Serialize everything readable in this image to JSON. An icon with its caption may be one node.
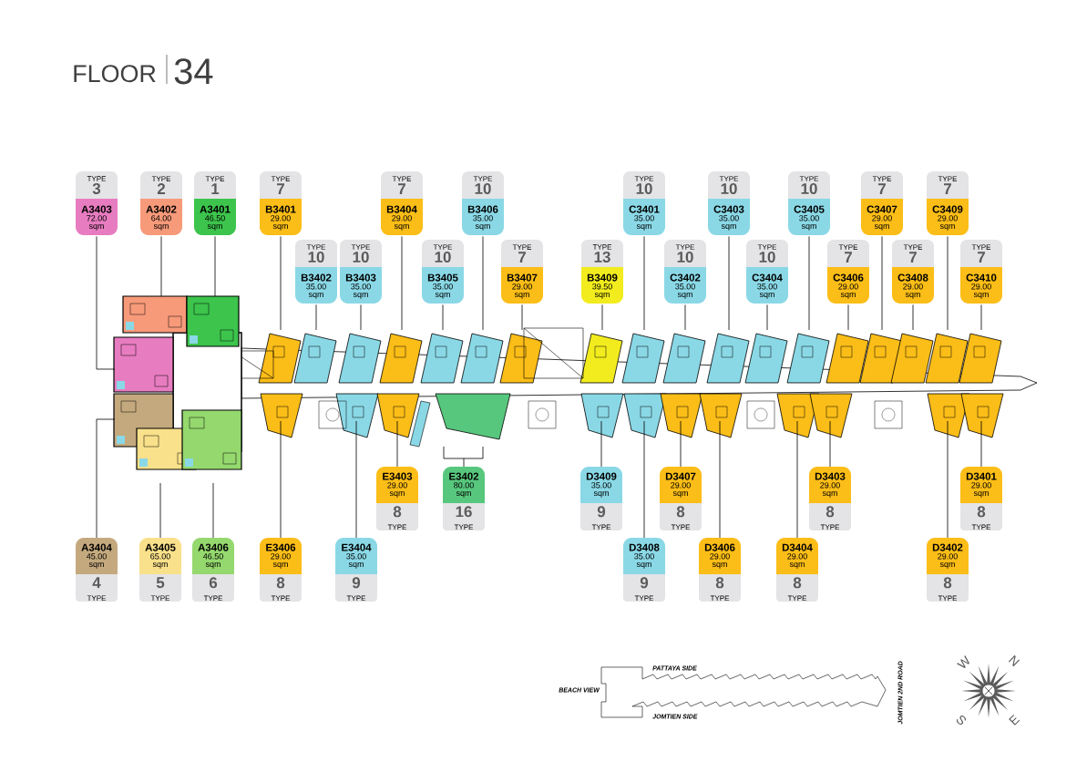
{
  "diagram": {
    "title": "FLOOR",
    "nodes": [
      {
        "text": [
          "TYPE",
          "3",
          "A3403",
          "72.00 sqm"
        ]
      },
      {
        "text": [
          "TYPE",
          "2",
          "A3402",
          "64.00 sqm"
        ]
      },
      {
        "text": [
          "TYPE",
          "1",
          "A3401",
          "46.50 sqm"
        ]
      },
      {
        "text": [
          "TYPE",
          "7",
          "B3401",
          "29.00 sqm"
        ]
      },
      {
        "text": [
          "TYPE",
          "7",
          "B3404",
          "29.00 sqm"
        ]
      },
      {
        "text": [
          "TYPE",
          "10",
          "B3406",
          "35.00 sqm"
        ]
      },
      {
        "text": [
          "TYPE",
          "10",
          "C3401",
          "35.00 sqm"
        ]
      },
      {
        "text": [
          "TYPE",
          "10",
          "C3403",
          "35.00 sqm"
        ]
      },
      {
        "text": [
          "TYPE",
          "10",
          "C3405",
          "35.00 sqm"
        ]
      },
      {
        "text": [
          "TYPE",
          "7",
          "C3407",
          "29.00 sqm"
        ]
      },
      {
        "text": [
          "TYPE",
          "7",
          "C3409",
          "29.00 sqm"
        ]
      },
      {
        "text": [
          "TYPE",
          "10",
          "B3402",
          "35.00 sqm"
        ]
      },
      {
        "text": [
          "TYPE",
          "10",
          "B3403",
          "35.00 sqm"
        ]
      },
      {
        "text": [
          "TYPE",
          "10",
          "B3405",
          "35.00 sqm"
        ]
      },
      {
        "text": [
          "TYPE",
          "7",
          "B3407",
          "29.00 sqm"
        ]
      },
      {
        "text": [
          "TYPE",
          "13",
          "B3409",
          "39.50 sqm"
        ]
      },
      {
        "text": [
          "TYPE",
          "10",
          "C3402",
          "35.00 sqm"
        ]
      },
      {
        "text": [
          "TYPE",
          "10",
          "C3404",
          "35.00 sqm"
        ]
      },
      {
        "text": [
          "TYPE",
          "7",
          "C3406",
          "29.00 sqm"
        ]
      },
      {
        "text": [
          "TYPE",
          "7",
          "C3408",
          "29.00 sqm"
        ]
      },
      {
        "text": [
          "TYPE",
          "7",
          "C3410",
          "29.00 sqm"
        ]
      },
      {
        "text": [
          "E3403",
          "29.00 sqm",
          "8",
          "TYPE"
        ]
      },
      {
        "text": [
          "E3402",
          "80.00 sqm",
          "16",
          "TYPE"
        ]
      },
      {
        "text": [
          "D3409",
          "35.00 sqm",
          "9",
          "TYPE"
        ]
      },
      {
        "text": [
          "D3407",
          "29.00 sqm",
          "8",
          "TYPE"
        ]
      },
      {
        "text": [
          "D3403",
          "29.00 sqm",
          "8",
          "TYPE"
        ]
      },
      {
        "text": [
          "D3401",
          "29.00 sqm",
          "8",
          "TYPE"
        ]
      },
      {
        "text": [
          "A3404",
          "45.00 sqm",
          "4",
          "TYPE"
        ]
      },
      {
        "text": [
          "A3405",
          "65.00 sqm",
          "5",
          "TYPE"
        ]
      },
      {
        "text": [
          "A3406",
          "46.50 sqm",
          "6",
          "TYPE"
        ]
      },
      {
        "text": [
          "E3406",
          "29.00 sqm",
          "8",
          "TYPE"
        ]
      },
      {
        "text": [
          "E3404",
          "35.00 sqm",
          "9",
          "TYPE"
        ]
      },
      {
        "text": [
          "D3408",
          "35.00 sqm",
          "9",
          "TYPE"
        ]
      },
      {
        "text": [
          "D3406",
          "29.00 sqm",
          "8",
          "TYPE"
        ]
      },
      {
        "text": [
          "D3404",
          "29.00 sqm",
          "8",
          "TYPE"
        ]
      },
      {
        "text": [
          "D3402",
          "29.00 sqm",
          "8",
          "TYPE"
        ]
      }
    ],
    "edges": [
      {
        "from": 0,
        "to": null,
        "arrow": "none"
      },
      {
        "from": 1,
        "to": null,
        "arrow": "none"
      },
      {
        "from": 2,
        "to": null,
        "arrow": "none"
      },
      {
        "from": 3,
        "to": null,
        "arrow": "none"
      },
      {
        "from": 4,
        "to": null,
        "arrow": "none"
      },
      {
        "from": 5,
        "to": null,
        "arrow": "none"
      },
      {
        "from": 6,
        "to": null,
        "arrow": "none"
      },
      {
        "from": 7,
        "to": null,
        "arrow": "none"
      },
      {
        "from": 8,
        "to": null,
        "arrow": "none"
      },
      {
        "from": 9,
        "to": null,
        "arrow": "none"
      },
      {
        "from": 10,
        "to": null,
        "arrow": "none"
      },
      {
        "from": 11,
        "to": null,
        "arrow": "none"
      },
      {
        "from": 12,
        "to": null,
        "arrow": "none"
      },
      {
        "from": 13,
        "to": null,
        "arrow": "none"
      },
      {
        "from": 14,
        "to": null,
        "arrow": "none"
      },
      {
        "from": 15,
        "to": null,
        "arrow": "none"
      },
      {
        "from": 16,
        "to": null,
        "arrow": "none"
      },
      {
        "from": 17,
        "to": null,
        "arrow": "none"
      },
      {
        "from": 18,
        "to": null,
        "arrow": "none"
      },
      {
        "from": 19,
        "to": null,
        "arrow": "none"
      },
      {
        "from": 20,
        "to": null,
        "arrow": "none"
      },
      {
        "from": 21,
        "to": null,
        "arrow": "none"
      },
      {
        "from": 22,
        "to": null,
        "arrow": "none"
      },
      {
        "from": 23,
        "to": null,
        "arrow": "none"
      },
      {
        "from": 24,
        "to": null,
        "arrow": "none"
      },
      {
        "from": 25,
        "to": null,
        "arrow": "none"
      },
      {
        "from": 26,
        "to": null,
        "arrow": "none"
      },
      {
        "from": 27,
        "to": null,
        "arrow": "none"
      },
      {
        "from": 28,
        "to": null,
        "arrow": "none"
      },
      {
        "from": 29,
        "to": null,
        "arrow": "none"
      },
      {
        "from": 30,
        "to": null,
        "arrow": "none"
      },
      {
        "from": 31,
        "to": null,
        "arrow": "none"
      },
      {
        "from": 32,
        "to": null,
        "arrow": "none"
      },
      {
        "from": 33,
        "to": null,
        "arrow": "none"
      },
      {
        "from": 34,
        "to": null,
        "arrow": "none"
      },
      {
        "from": 35,
        "to": null,
        "arrow": "none"
      }
    ],
    "labels": [
      "34",
      "PATTAYA SIDE",
      "BEACH VIEW",
      "JOMTIEN SIDE",
      "JOMTIEN 2ND ROAD",
      "W",
      "N",
      "S",
      "E"
    ]
  }
}
